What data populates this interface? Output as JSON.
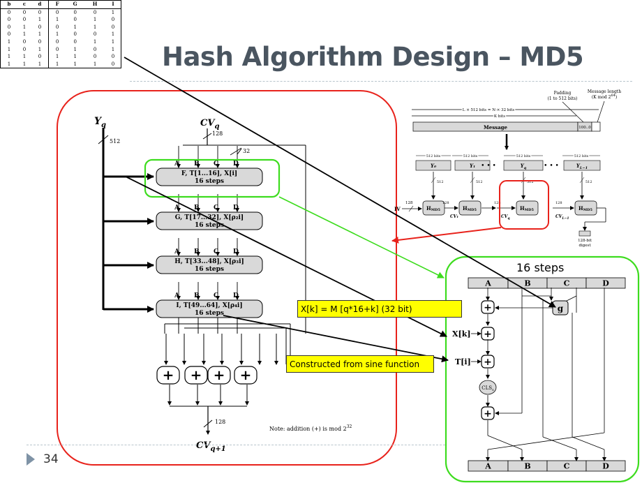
{
  "slide": {
    "title": "Hash Algorithm Design – MD5",
    "page_number": "34"
  },
  "truth_table": {
    "headers": [
      "b",
      "c",
      "d",
      "F",
      "G",
      "H",
      "I"
    ],
    "rows": [
      [
        "0",
        "0",
        "0",
        "0",
        "0",
        "0",
        "1"
      ],
      [
        "0",
        "0",
        "1",
        "1",
        "0",
        "1",
        "0"
      ],
      [
        "0",
        "1",
        "0",
        "0",
        "1",
        "1",
        "0"
      ],
      [
        "0",
        "1",
        "1",
        "1",
        "0",
        "0",
        "1"
      ],
      [
        "1",
        "0",
        "0",
        "0",
        "0",
        "1",
        "1"
      ],
      [
        "1",
        "0",
        "1",
        "0",
        "1",
        "0",
        "1"
      ],
      [
        "1",
        "1",
        "0",
        "1",
        "1",
        "0",
        "0"
      ],
      [
        "1",
        "1",
        "1",
        "1",
        "1",
        "1",
        "0"
      ]
    ]
  },
  "compression": {
    "input_label": "Y",
    "input_sub": "q",
    "input_bits": "512",
    "cv_label": "CV",
    "cv_sub": "q",
    "cv_bits": "128",
    "word_bits": "32",
    "regs": [
      "A",
      "B",
      "C",
      "D"
    ],
    "rounds": [
      {
        "func": "F, T[1...16], X[i]",
        "steps": "16 steps"
      },
      {
        "func": "G, T[17...32], X[ρ₂i]",
        "steps": "16 steps"
      },
      {
        "func": "H, T[33...48], X[ρ₃i]",
        "steps": "16 steps"
      },
      {
        "func": "I, T[49...64], X[ρ₄i]",
        "steps": "16 steps"
      }
    ],
    "adder_symbol": "+",
    "output_bits": "128",
    "output_label": "CV",
    "output_sub": "q+1",
    "note": "Note:  addition (+) is mod 2",
    "note_exp": "32"
  },
  "overview": {
    "padding_label": "Padding",
    "padding_range": "(1 to 512 bits)",
    "length_label": "Message length",
    "length_mod": "(K mod 2",
    "length_exp": "64",
    "length_close": ")",
    "total_bits": "L × 512 bits = N × 32 bits",
    "k_bits": "K bits",
    "message_label": "Message",
    "padding_value": "100..0",
    "block_bits": "512 bits",
    "blocks": [
      "Y₀",
      "Y₁",
      "Y_q",
      "Y_L−1"
    ],
    "ellipsis": "• • •",
    "iv_label": "IV",
    "bits_128": "128",
    "bits_512": "512",
    "hmd5_label": "H",
    "hmd5_sub": "MD5",
    "cv_labels": [
      "CV₁",
      "CV_q",
      "CV_L−1"
    ],
    "digest_label": "128-bit",
    "digest_label2": "digest"
  },
  "steps_detail": {
    "title": "16 steps",
    "regs": [
      "A",
      "B",
      "C",
      "D"
    ],
    "g_label": "g",
    "xk_label": "X[k]",
    "ti_label": "T[i]",
    "cls_label": "CLS",
    "cls_sub": "s",
    "plus": "+"
  },
  "callouts": {
    "xk": "X[k] = M [q*16+k] (32 bit)",
    "sine": "Constructed from sine function"
  },
  "colors": {
    "title": "#4a5560",
    "highlight_red": "#e8221b",
    "highlight_green": "#3ddc1e",
    "round_fill": "#d9d9d9",
    "callout_fill": "#ffff00"
  }
}
